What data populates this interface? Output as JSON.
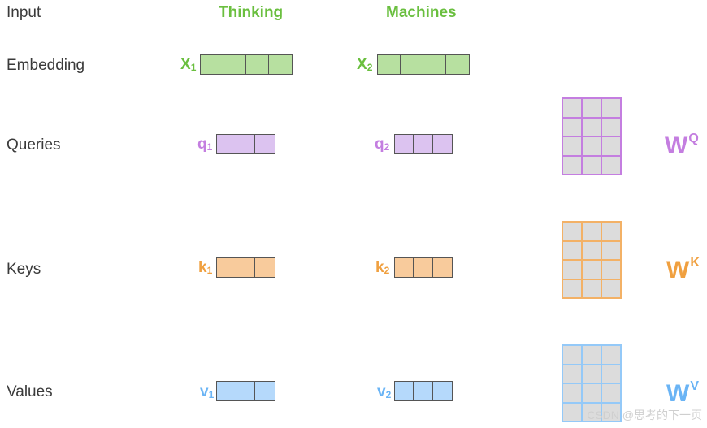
{
  "rows": {
    "input": "Input",
    "embedding": "Embedding",
    "queries": "Queries",
    "keys": "Keys",
    "values": "Values"
  },
  "words": [
    "Thinking",
    "Machines"
  ],
  "symbols": {
    "x1": {
      "base": "X",
      "sub": "1"
    },
    "x2": {
      "base": "X",
      "sub": "2"
    },
    "q1": {
      "base": "q",
      "sub": "1"
    },
    "q2": {
      "base": "q",
      "sub": "2"
    },
    "k1": {
      "base": "k",
      "sub": "1"
    },
    "k2": {
      "base": "k",
      "sub": "2"
    },
    "v1": {
      "base": "v",
      "sub": "1"
    },
    "v2": {
      "base": "v",
      "sub": "2"
    }
  },
  "weights": {
    "wq": {
      "base": "W",
      "sup": "Q"
    },
    "wk": {
      "base": "W",
      "sup": "K"
    },
    "wv": {
      "base": "W",
      "sup": "V"
    }
  },
  "colors": {
    "green": "#6abf3f",
    "purple": "#c47ee0",
    "orange": "#f0a040",
    "blue": "#6ab4f5"
  },
  "watermark": "CSDN @思考的下一页"
}
